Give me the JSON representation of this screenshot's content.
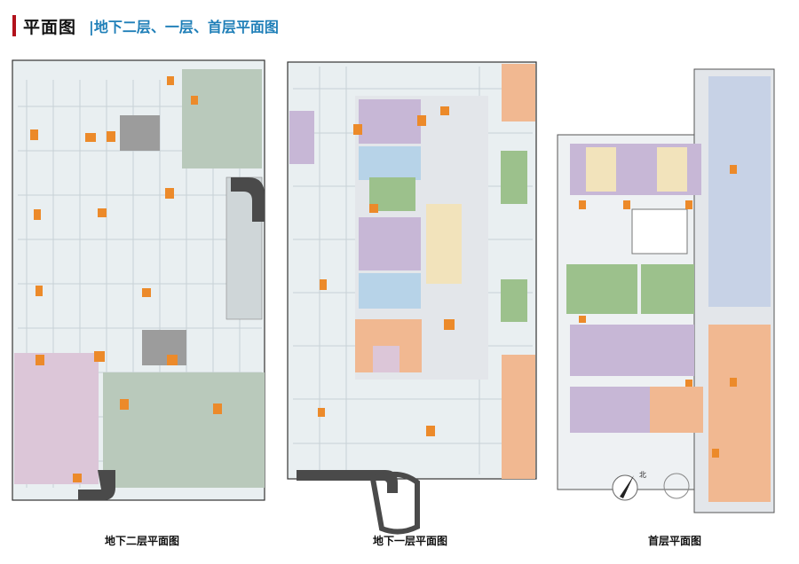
{
  "header": {
    "title": "平面图",
    "subtitle": "|地下二层、一层、首层平面图"
  },
  "plans": [
    {
      "caption": "地下二层平面图"
    },
    {
      "caption": "地下一层平面图"
    },
    {
      "caption": "首层平面图"
    }
  ],
  "colors": {
    "accent": "#b2121c",
    "subtitle": "#1f7fb8",
    "parking_floor": "#e9eff1",
    "equipment_green": "#b9c9bb",
    "auto_repair_pink": "#dcc6d8",
    "core_orange": "#ec8a2a",
    "grey_block": "#9c9c9c",
    "clinic_purple": "#c7b7d6",
    "lab_blue": "#b7d3e8",
    "ward_green": "#9cc18c",
    "peach": "#f1b891",
    "pale_yellow": "#f2e3bb"
  },
  "compass": {
    "label": "北"
  }
}
